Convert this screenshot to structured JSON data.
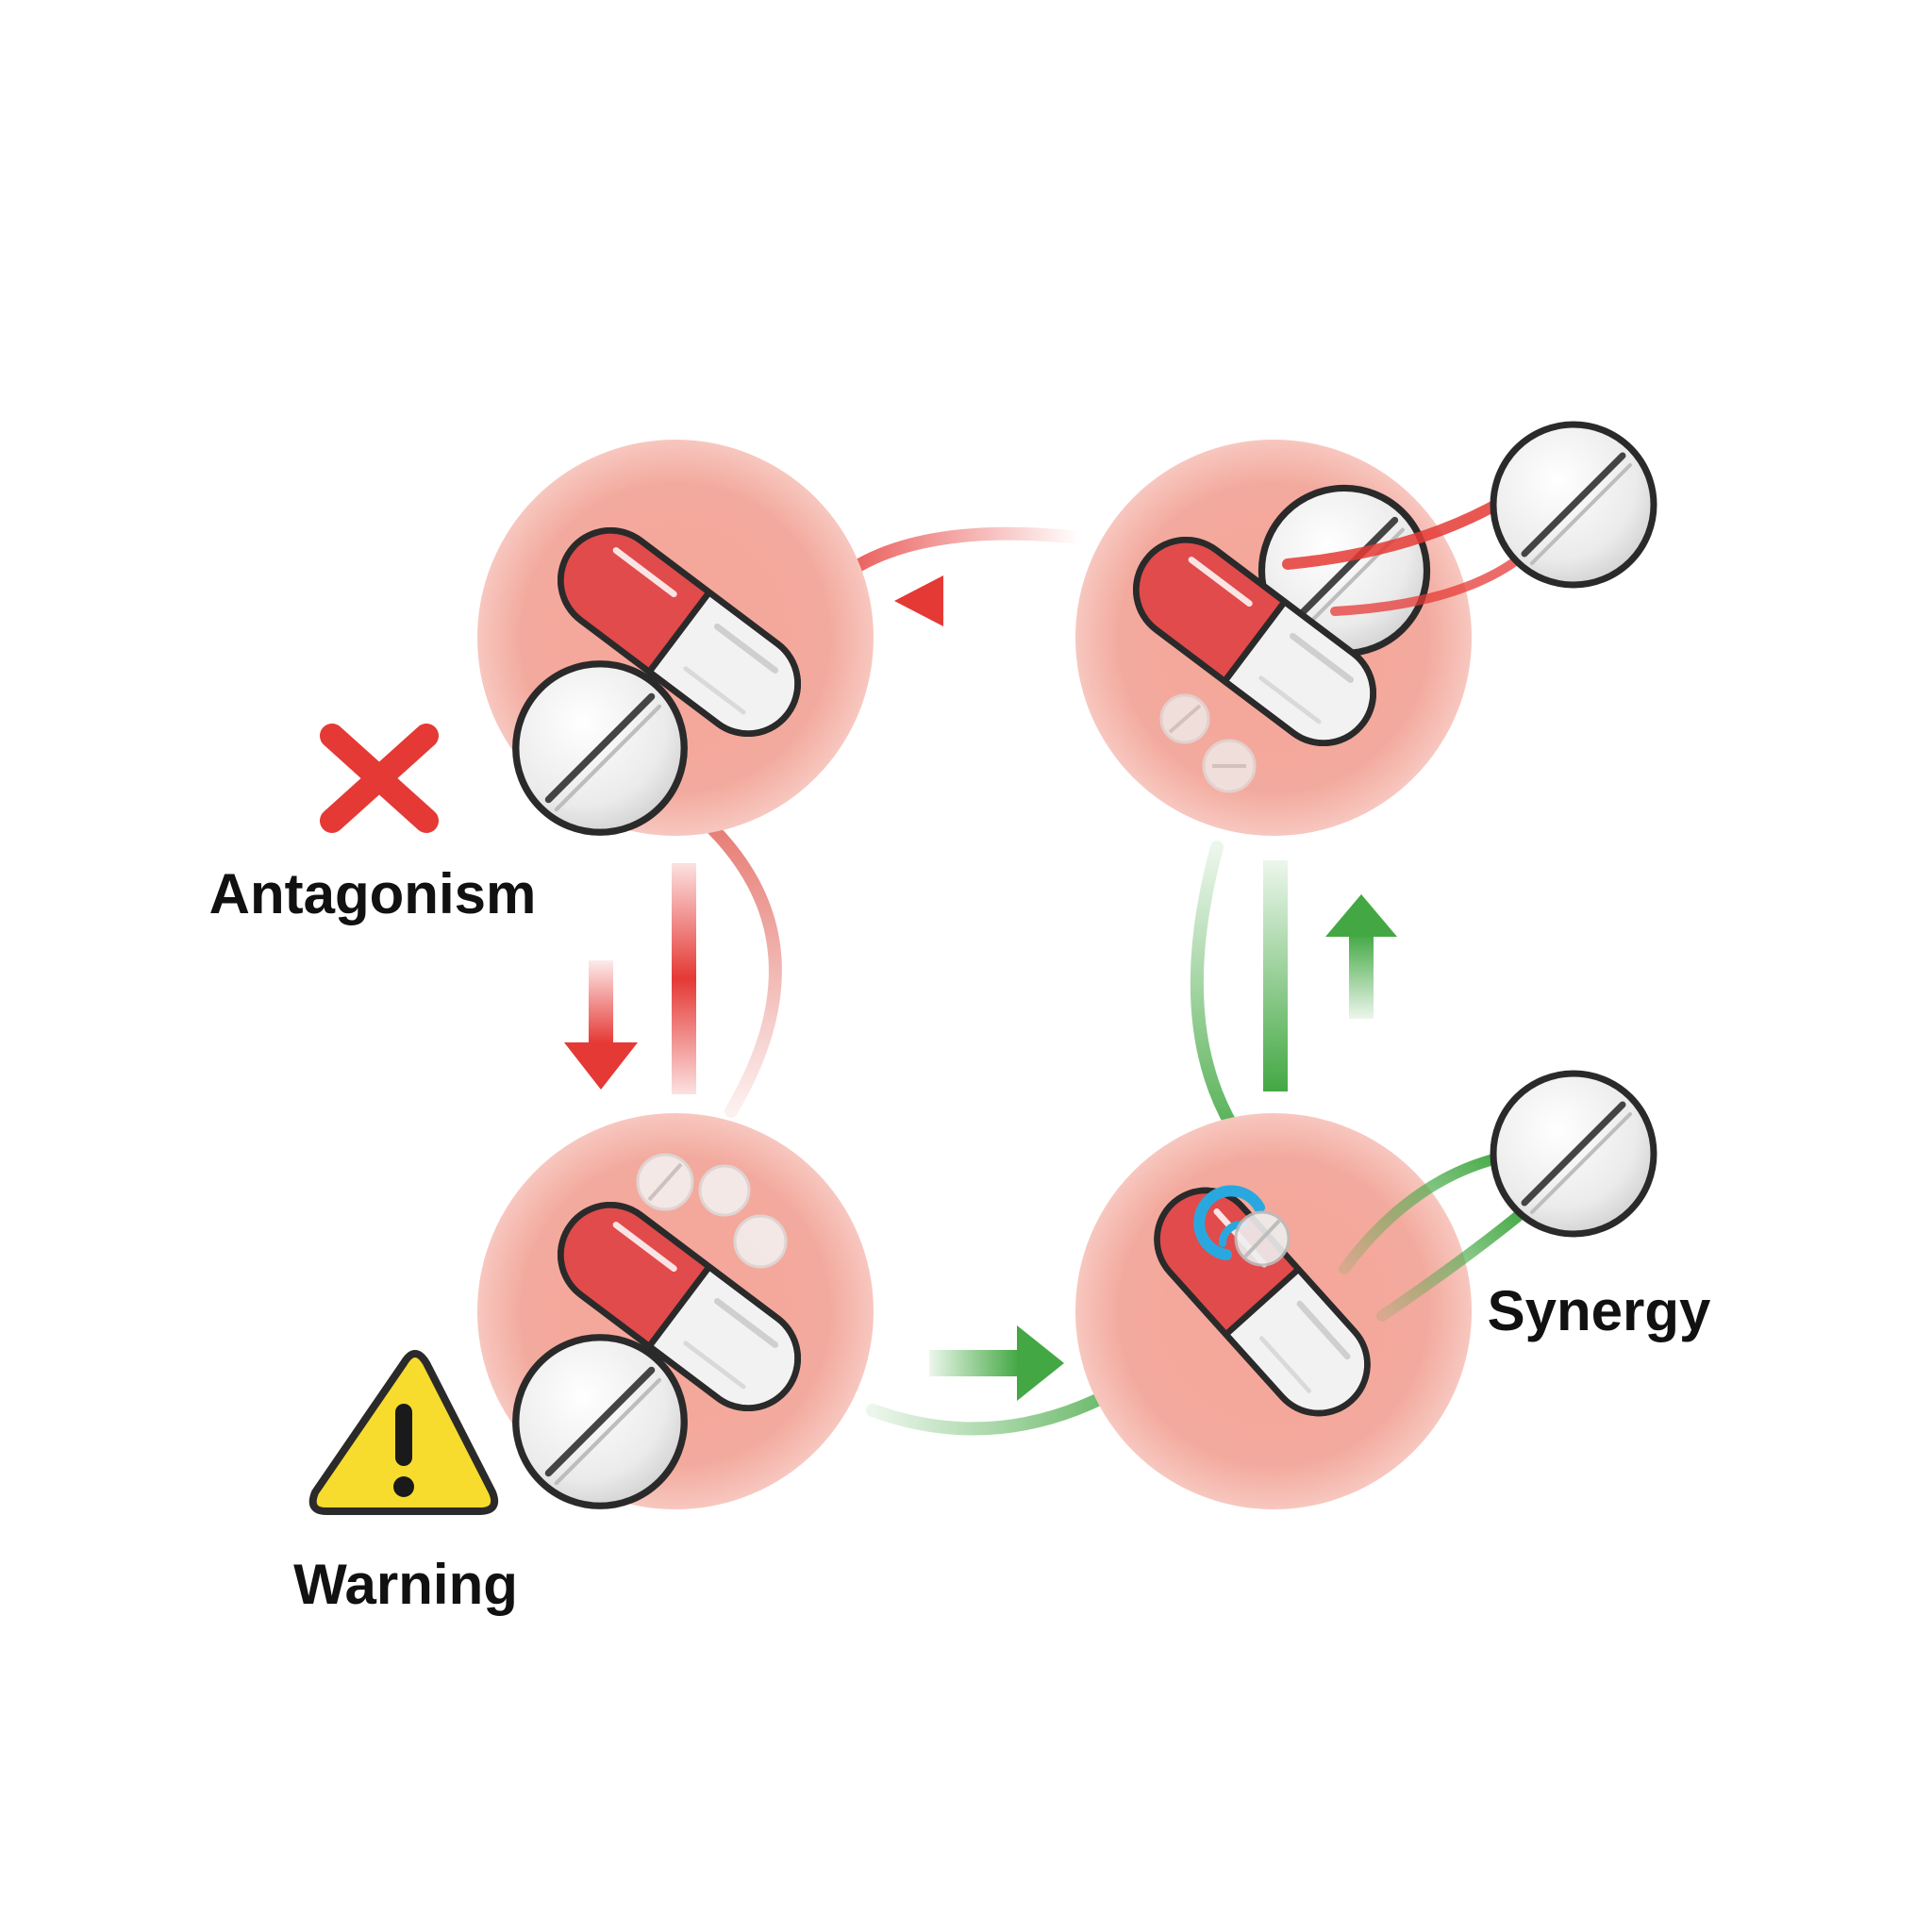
{
  "labels": {
    "antagonism": "Antagonism",
    "warning": "Warning",
    "synergy": "Synergy"
  },
  "colors": {
    "node_fill": "#f3a89c",
    "red_accent": "#e53935",
    "capsule_red": "#e14b4b",
    "capsule_white": "#f2f2f2",
    "tablet_white": "#eeeeee",
    "outline": "#2a2a2a",
    "green_accent": "#43a843",
    "warning_yellow": "#f7dc2e",
    "swirl_blue": "#29a8e0"
  },
  "icons": {
    "antagonism": "x-mark-icon",
    "warning": "warning-triangle-icon",
    "synergy_tablets": "tablet-icon",
    "swirl": "swirl-icon"
  }
}
